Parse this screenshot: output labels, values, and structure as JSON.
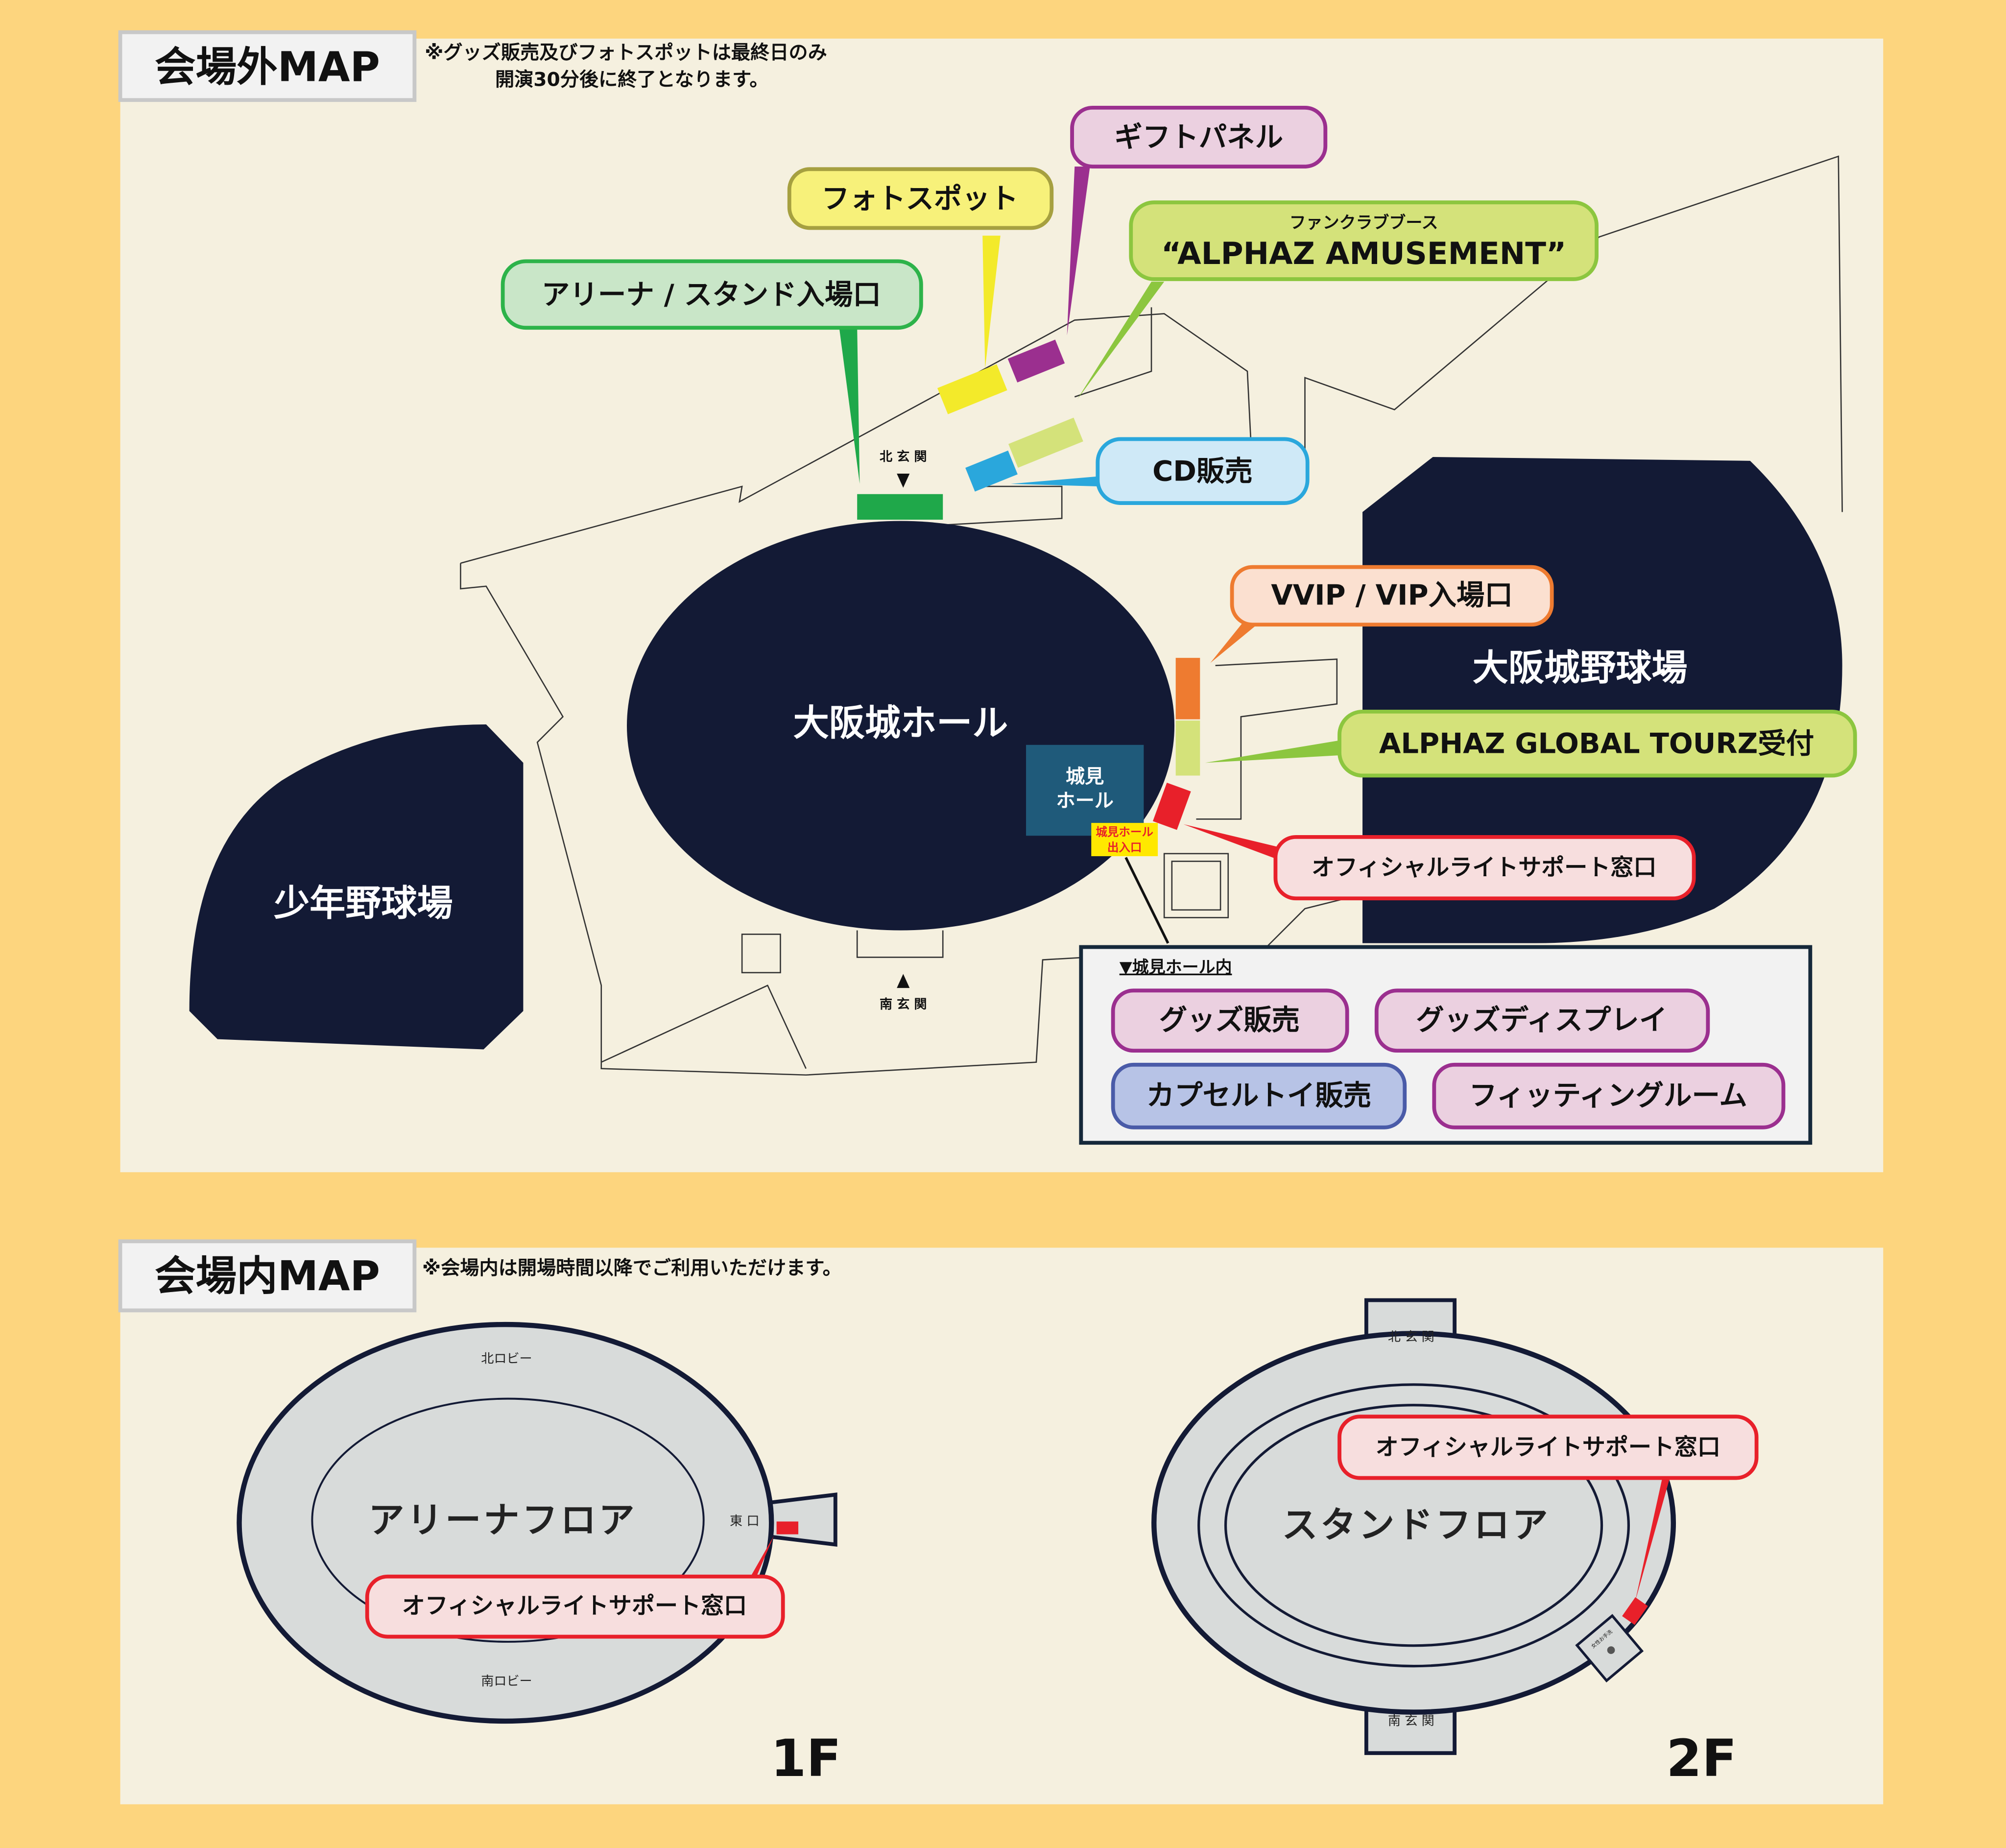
{
  "outside_map": {
    "title": "会場外MAP",
    "note_line1": "※グッズ販売及びフォトスポットは最終日のみ",
    "note_line2": "開演30分後に終了となります。",
    "venues": {
      "hall": "大阪城ホール",
      "baseball": "大阪城野球場",
      "youth_baseball": "少年野球場",
      "shiromi_line1": "城見",
      "shiromi_line2": "ホール",
      "shiromi_exit_line1": "城見ホール",
      "shiromi_exit_line2": "出入口",
      "north_entrance": "北 玄 関",
      "south_entrance": "南 玄 関"
    },
    "labels": {
      "gift_panel": "ギフトパネル",
      "photo_spot": "フォトスポット",
      "fanclub_small": "ファンクラブブース",
      "fanclub_main": "“ALPHAZ AMUSEMENT”",
      "arena_entrance": "アリーナ / スタンド入場口",
      "cd_sales": "CD販売",
      "vip_entrance": "VVIP / VIP入場口",
      "global_tourz": "ALPHAZ GLOBAL TOURZ受付",
      "light_support": "オフィシャルライトサポート窓口"
    },
    "shiromi_inside": {
      "heading": "▼城見ホール内",
      "items": [
        "グッズ販売",
        "グッズディスプレイ",
        "カプセルトイ販売",
        "フィッティングルーム"
      ]
    }
  },
  "inside_map": {
    "title": "会場内MAP",
    "note": "※会場内は開場時間以降でご利用いただけます。",
    "floor1": {
      "floor_label": "1F",
      "area": "アリーナフロア",
      "north_lobby": "北ロビー",
      "south_lobby": "南ロビー",
      "east_exit": "東 口",
      "light_support": "オフィシャルライトサポート窓口"
    },
    "floor2": {
      "floor_label": "2F",
      "area": "スタンドフロア",
      "north_entrance": "北 玄 関",
      "south_entrance": "南 玄 関",
      "restroom": "女性お手洗",
      "light_support": "オフィシャルライトサポート窓口"
    }
  },
  "colors": {
    "background": "#FDD57E",
    "panel": "#F5F0DF",
    "navy": "#131A35",
    "red": "#E8202A"
  }
}
